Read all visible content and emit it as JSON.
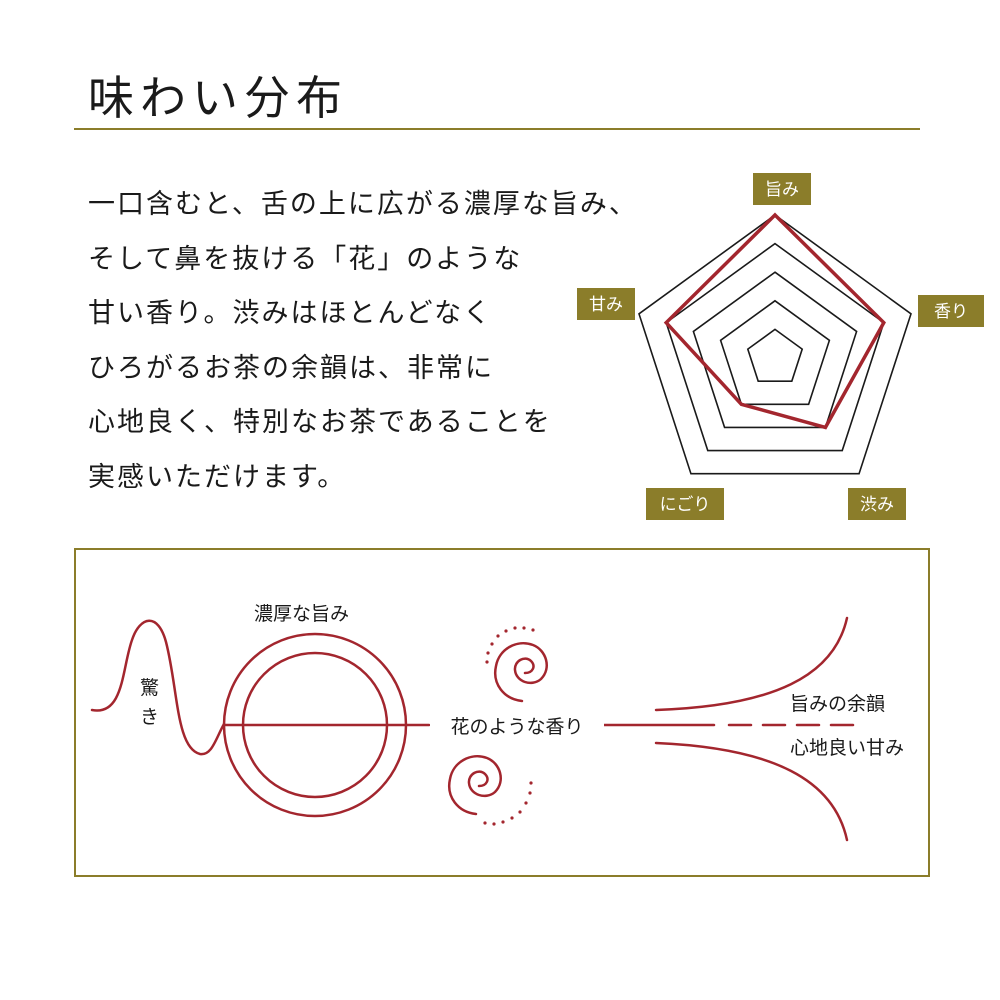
{
  "header": {
    "title": "味わい分布"
  },
  "description": {
    "lines": [
      "一口含むと、舌の上に広がる濃厚な旨み、",
      "そして鼻を抜ける「花」のような",
      "甘い香り。渋みはほとんどなく",
      "ひろがるお茶の余韻は、非常に",
      "心地良く、特別なお茶であることを",
      "実感いただけます。"
    ]
  },
  "colors": {
    "accent": "#a3262e",
    "gold": "#8b7d2a",
    "grid": "#1a1a1a"
  },
  "chart_data": {
    "type": "radar",
    "axes": [
      "旨み",
      "香り",
      "渋み",
      "にごり",
      "甘み"
    ],
    "levels": 5,
    "max": 5,
    "values": [
      5,
      4,
      3,
      2,
      4
    ],
    "grid": true
  },
  "flow": {
    "surprise_label": "驚き",
    "umami_label": "濃厚な旨み",
    "aroma_label": "花のような香り",
    "aftertaste_label": "旨みの余韻",
    "sweetness_label": "心地良い甘み"
  }
}
